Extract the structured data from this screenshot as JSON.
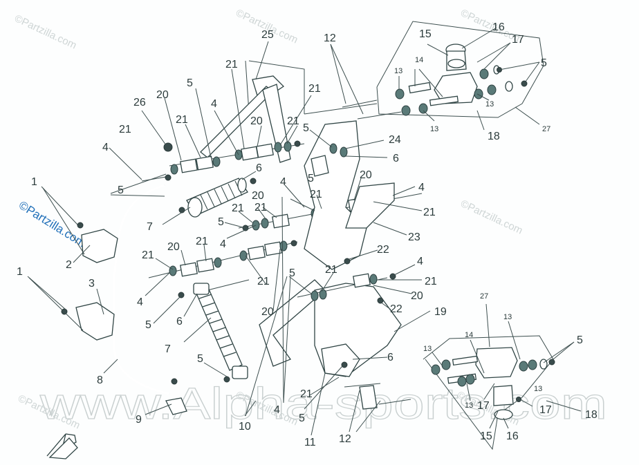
{
  "watermarks": {
    "partzilla": "©Partzilla.com",
    "alpha": "www.Alpha-sports.com"
  },
  "callouts": {
    "c1a": "1",
    "c1b": "1",
    "c2": "2",
    "c3": "3",
    "c4a": "4",
    "c4b": "4",
    "c4c": "4",
    "c4d": "4",
    "c4e": "4",
    "c4f": "4",
    "c4g": "4",
    "c4h": "4",
    "c5a": "5",
    "c5b": "5",
    "c5c": "5",
    "c5d": "5",
    "c5e": "5",
    "c5f": "5",
    "c5g": "5",
    "c5h": "5",
    "c5i": "5",
    "c5j": "5",
    "c6a": "6",
    "c6b": "6",
    "c6c": "6",
    "c6d": "6",
    "c7a": "7",
    "c7b": "7",
    "c8": "8",
    "c9": "9",
    "c10": "10",
    "c11": "11",
    "c12a": "12",
    "c12b": "12",
    "c13a": "13",
    "c13b": "13",
    "c13c": "13",
    "c13d": "13",
    "c13e": "13",
    "c13f": "13",
    "c13g": "13",
    "c14a": "14",
    "c14b": "14",
    "c15a": "15",
    "c15b": "15",
    "c16a": "16",
    "c16b": "16",
    "c17a": "17",
    "c17b": "17",
    "c17c": "17",
    "c18a": "18",
    "c18b": "18",
    "c19": "19",
    "c20a": "20",
    "c20b": "20",
    "c20c": "20",
    "c20d": "20",
    "c20e": "20",
    "c20f": "20",
    "c20g": "20",
    "c21a": "21",
    "c21b": "21",
    "c21c": "21",
    "c21d": "21",
    "c21e": "21",
    "c21f": "21",
    "c21g": "21",
    "c21h": "21",
    "c21i": "21",
    "c21j": "21",
    "c21k": "21",
    "c21l": "21",
    "c21m": "21",
    "c21n": "21",
    "c21o": "21",
    "c22a": "22",
    "c22b": "22",
    "c23": "23",
    "c24": "24",
    "c25": "25",
    "c26": "26",
    "c27a": "27",
    "c27b": "27"
  },
  "colors": {
    "line": "#3c4e4e",
    "watermark": "#cfd6d6",
    "partzilla_blue": "#1f6fb8",
    "part_fill": "#5a7a78"
  }
}
